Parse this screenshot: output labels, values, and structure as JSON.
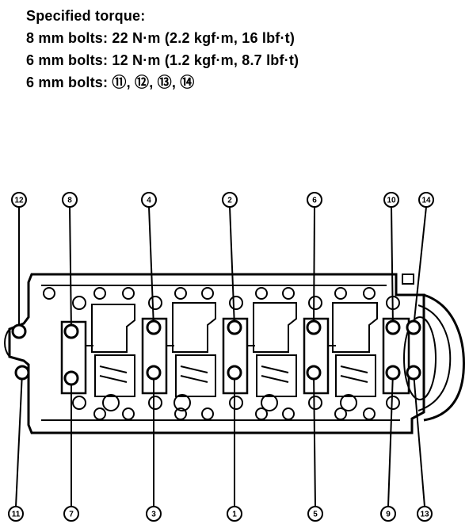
{
  "specs": {
    "title": "Specified torque:",
    "line1": "8 mm bolts: 22 N·m (2.2 kgf·m, 16 lbf·t)",
    "line2": "6 mm bolts: 12 N·m (1.2 kgf·m, 8.7 lbf·t)",
    "line3": "6 mm bolts: ⑪, ⑫, ⑬, ⑭"
  },
  "bolts": {
    "top": [
      "12",
      "8",
      "4",
      "2",
      "6",
      "10",
      "14"
    ],
    "bottom": [
      "11",
      "7",
      "3",
      "1",
      "5",
      "9",
      "13"
    ]
  },
  "colors": {
    "ink": "#000000",
    "paper": "#ffffff"
  }
}
